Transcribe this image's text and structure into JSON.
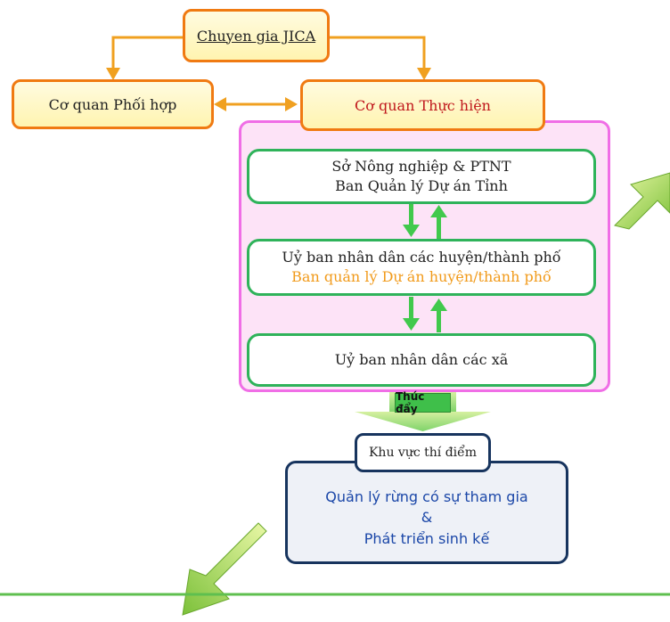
{
  "nodes": {
    "jica": "Chuyen gia JICA",
    "coordinating": "Cơ quan Phối hợp",
    "implementing": "Cơ quan Thực hiện",
    "provincial_line1": "Sở Nông nghiệp & PTNT",
    "provincial_line2": "Ban Quản lý Dự án Tỉnh",
    "district_line1": "Uỷ ban nhân dân các huyện/thành phố",
    "district_line2": "Ban quản lý Dự án huyện/thành phố",
    "commune": "Uỷ ban nhân dân các xã",
    "promote": "Thúc đẩy",
    "pilot_area": "Khu vực thí điểm",
    "outcome_line1": "Quản lý rừng có sự tham gia",
    "outcome_line2": "&",
    "outcome_line3": "Phát triển sinh kế"
  },
  "colors": {
    "orange_border": "#f07a12",
    "green_border": "#2fb35a",
    "pink_border": "#f06ee6",
    "pink_fill": "#fde3f7",
    "navy_border": "#17345e",
    "outcome_text": "#1b47a8",
    "implementing_text": "#c0171c",
    "district_sub_text": "#f19a1a"
  }
}
